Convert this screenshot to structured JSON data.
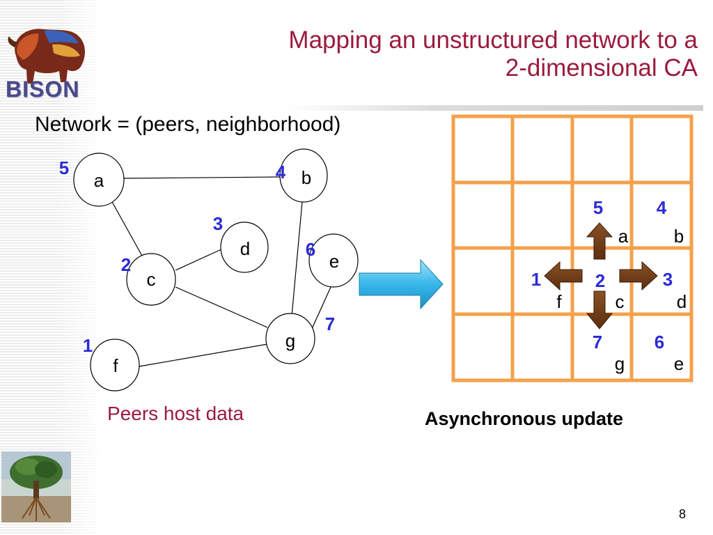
{
  "slide": {
    "title_line1": "Mapping an unstructured network to a",
    "title_line2": "2-dimensional CA",
    "network_formula": "Network = (peers, neighborhood)",
    "peers_host": "Peers host data",
    "async_update": "Asynchronous update",
    "slide_number": "8",
    "logo_text": "BISON"
  },
  "network": {
    "nodes": [
      {
        "id": "a",
        "label": "a",
        "number": "5"
      },
      {
        "id": "b",
        "label": "b",
        "number": "4"
      },
      {
        "id": "c",
        "label": "c",
        "number": "2"
      },
      {
        "id": "d",
        "label": "d",
        "number": "3"
      },
      {
        "id": "e",
        "label": "e",
        "number": "6"
      },
      {
        "id": "f",
        "label": "f",
        "number": "1"
      },
      {
        "id": "g",
        "label": "g",
        "number": "7"
      }
    ],
    "edges": [
      [
        "a",
        "b"
      ],
      [
        "a",
        "c"
      ],
      [
        "c",
        "d"
      ],
      [
        "c",
        "g"
      ],
      [
        "b",
        "g"
      ],
      [
        "e",
        "g"
      ],
      [
        "f",
        "g"
      ]
    ]
  },
  "grid": {
    "rows": 4,
    "cols": 4,
    "cells": [
      {
        "row": 1,
        "col": 2,
        "number": "5",
        "label": "a"
      },
      {
        "row": 1,
        "col": 3,
        "number": "4",
        "label": "b"
      },
      {
        "row": 2,
        "col": 1,
        "number": "1",
        "label": "f"
      },
      {
        "row": 2,
        "col": 2,
        "number": "2",
        "label": "c"
      },
      {
        "row": 2,
        "col": 3,
        "number": "3",
        "label": "d"
      },
      {
        "row": 3,
        "col": 2,
        "number": "7",
        "label": "g"
      },
      {
        "row": 3,
        "col": 3,
        "number": "6",
        "label": "e"
      }
    ]
  },
  "colors": {
    "title": "#9b1b3c",
    "number": "#2b2bd6",
    "grid_line": "#f5a04a",
    "big_arrow": "#36b7ea",
    "small_arrow": "#6b3a14"
  }
}
